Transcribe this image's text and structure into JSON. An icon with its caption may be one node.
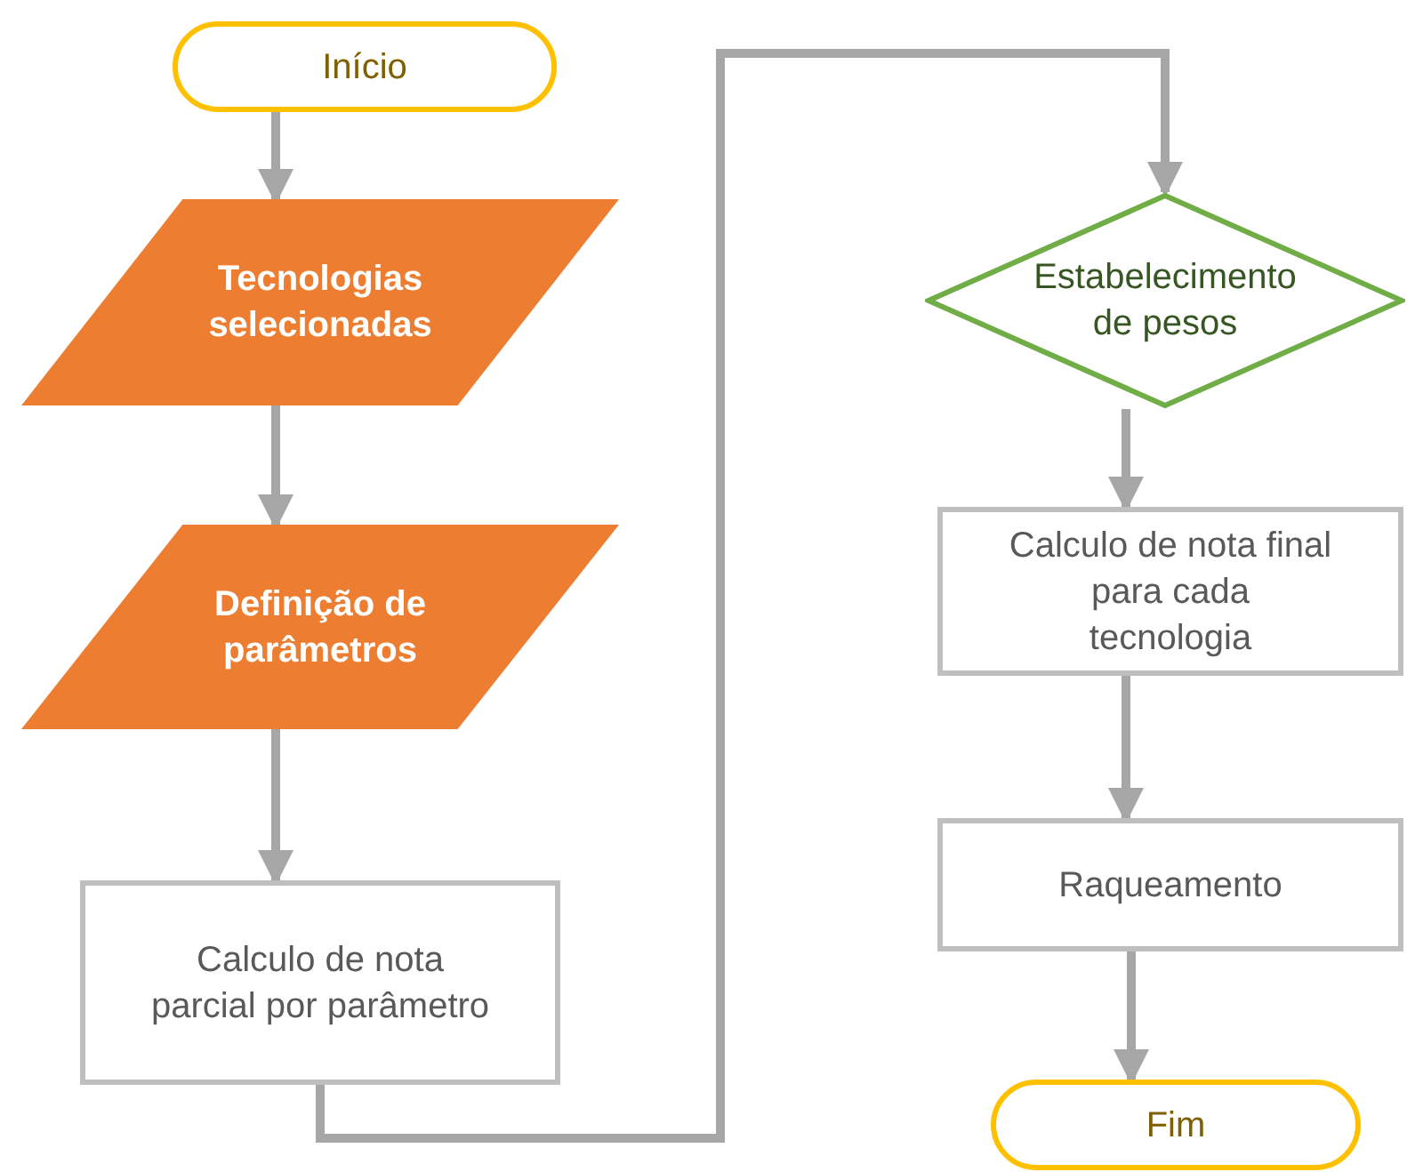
{
  "diagram": {
    "nodes": [
      {
        "text": [
          "Início"
        ]
      },
      {
        "text": [
          "Tecnologias selecionadas"
        ]
      },
      {
        "text": [
          "Definição de parâmetros"
        ]
      },
      {
        "text": [
          "Calculo de nota parcial por parâmetro"
        ]
      },
      {
        "text": [
          "Estabelecimento de pesos"
        ]
      },
      {
        "text": [
          "Calculo de nota final para cada tecnologia"
        ]
      },
      {
        "text": [
          "Raqueamento"
        ]
      },
      {
        "text": [
          "Fim"
        ]
      }
    ],
    "edges": [
      {
        "from": 0,
        "to": 1,
        "arrow": "to"
      },
      {
        "from": 1,
        "to": 2,
        "arrow": "to"
      },
      {
        "from": 2,
        "to": 3,
        "arrow": "to"
      },
      {
        "from": 3,
        "to": 4,
        "arrow": "to"
      },
      {
        "from": 4,
        "to": 5,
        "arrow": "to"
      },
      {
        "from": 5,
        "to": 6,
        "arrow": "to"
      },
      {
        "from": 6,
        "to": 7,
        "arrow": "to"
      }
    ]
  }
}
